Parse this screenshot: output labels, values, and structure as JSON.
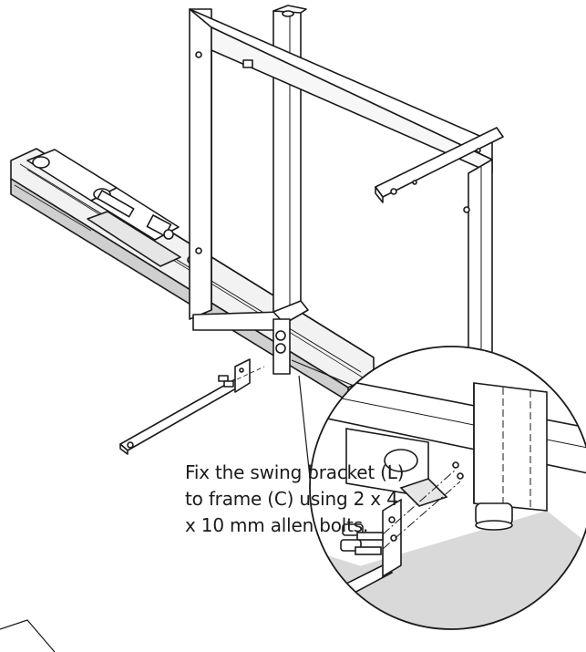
{
  "instruction": {
    "lines": [
      "Fix the swing bracket (L)",
      "to frame (C) using 2 x 4",
      "x 10 mm allen bolts."
    ]
  },
  "colors": {
    "stroke": "#1a1a1a",
    "part_fill": "#ffffff",
    "detail_floor": "#d9d9d9",
    "rail_shade": "#cfcfcf"
  },
  "icons": [
    "allen-bolt-icon",
    "swing-bracket-icon",
    "frame-icon",
    "drawer-slide-icon"
  ]
}
